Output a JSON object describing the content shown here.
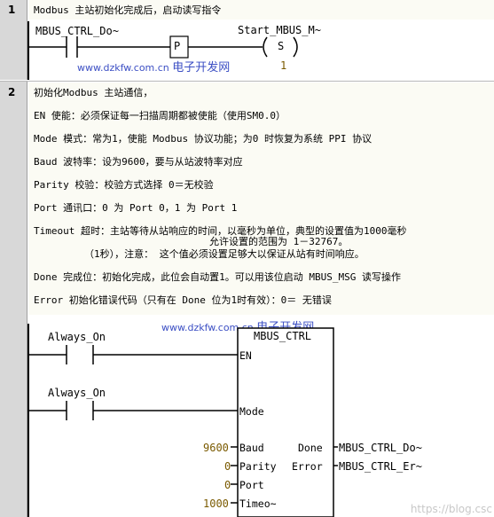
{
  "network1": {
    "number": "1",
    "comment": "Modbus 主站初始化完成后，启动读写指令",
    "contact_label": "MBUS_CTRL_Do~",
    "p_label": "P",
    "coil_label": "Start_MBUS_M~",
    "coil_symbol": "S",
    "coil_count": "1"
  },
  "watermark1": {
    "url": "www.dzkfw.com.cn",
    "text": "电子开发网"
  },
  "network2": {
    "number": "2",
    "comment_lines": [
      "初始化Modbus 主站通信，",
      "EN          使能：必须保证每一扫描周期都被使能（使用SM0.0）",
      "Mode       模式：常为1，使能 Modbus 协议功能；为0 时恢复为系统 PPI 协议",
      "Baud        波特率：设为9600，要与从站波特率对应",
      "Parity        校验：校验方式选择 0＝无校验",
      "Port            通讯口：0 为 Port 0，1 为 Port 1",
      "Timeout      超时：主站等待从站响应的时间，以毫秒为单位，典型的设置值为1000毫秒",
      "允许设置的范围为 1－32767。",
      "（1秒），注意： 这个值必须设置足够大以保证从站有时间响应。",
      "Done       完成位：初始化完成，此位会自动置1。可以用该位启动 MBUS_MSG 读写操作",
      "Error        初始化错误代码（只有在 Done 位为1时有效）：0＝ 无错误"
    ],
    "contact1_label": "Always_On",
    "contact2_label": "Always_On",
    "block_title": "MBUS_CTRL",
    "pin_en": "EN",
    "pin_mode": "Mode",
    "pin_baud": "Baud",
    "pin_parity": "Parity",
    "pin_port": "Port",
    "pin_timeout": "Timeo~",
    "pin_done": "Done",
    "pin_error": "Error",
    "val_baud": "9600",
    "val_parity": "0",
    "val_port": "0",
    "val_timeout": "1000",
    "out_done": "MBUS_CTRL_Do~",
    "out_error": "MBUS_CTRL_Er~"
  },
  "watermark2": {
    "url": "www.dzkfw.com.cn",
    "text": "电子开发网"
  },
  "corner_watermark": "https://blog.csc"
}
